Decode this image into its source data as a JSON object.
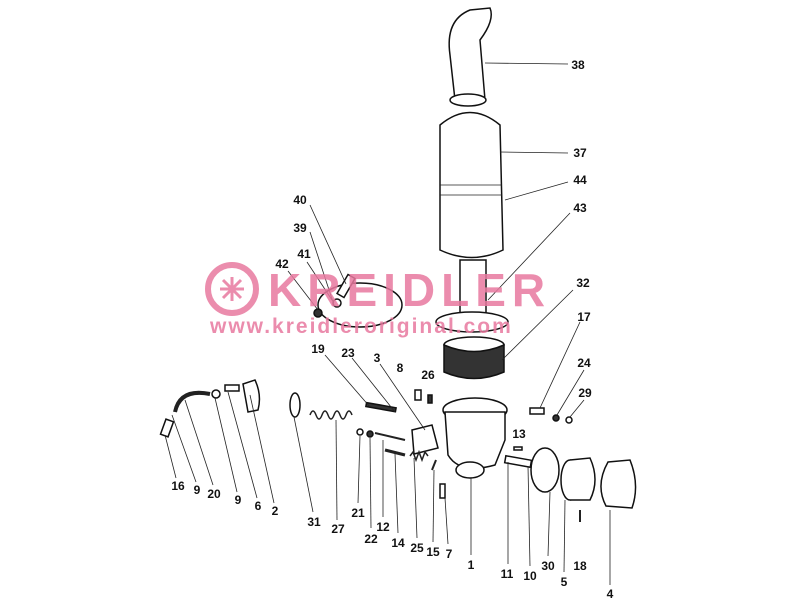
{
  "watermark": {
    "brand": "KREIDLER",
    "url": "www.kreidleroriginal.com",
    "color": "#e8799f"
  },
  "callouts": {
    "c38": "38",
    "c37": "37",
    "c44": "44",
    "c43": "43",
    "c40": "40",
    "c39": "39",
    "c41": "41",
    "c42": "42",
    "c32": "32",
    "c17": "17",
    "c19": "19",
    "c23": "23",
    "c3": "3",
    "c8": "8",
    "c26": "26",
    "c24": "24",
    "c29": "29",
    "c13": "13",
    "c16": "16",
    "c9a": "9",
    "c20": "20",
    "c9b": "9",
    "c6": "6",
    "c2": "2",
    "c31": "31",
    "c27": "27",
    "c21": "21",
    "c22": "22",
    "c12": "12",
    "c14": "14",
    "c25": "25",
    "c15": "15",
    "c7": "7",
    "c1": "1",
    "c11": "11",
    "c10": "10",
    "c30": "30",
    "c5": "5",
    "c18": "18",
    "c4": "4"
  }
}
